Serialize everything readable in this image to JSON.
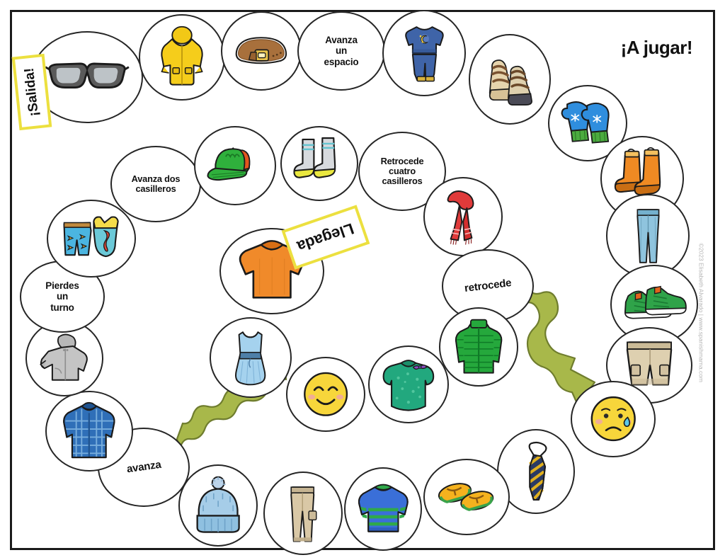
{
  "page": {
    "title": "¡A jugar!",
    "copyright": "©2023 Elisabeth Alvarado | www.spanishmama.com",
    "start_tag": "¡Salida!",
    "finish_tag": "Llegada",
    "accent_yellow": "#ece03f",
    "arrow_green": "#a8b84a",
    "outline": "#262626"
  },
  "spaces": [
    {
      "id": 1,
      "kind": "image",
      "icon": "eyeglasses-icon",
      "label": ""
    },
    {
      "id": 2,
      "kind": "image",
      "icon": "raincoat-icon",
      "label": ""
    },
    {
      "id": 3,
      "kind": "image",
      "icon": "belt-icon",
      "label": ""
    },
    {
      "id": 4,
      "kind": "text",
      "icon": "",
      "label": "Avanza\nun\nespacio"
    },
    {
      "id": 5,
      "kind": "image",
      "icon": "pajamas-icon",
      "label": ""
    },
    {
      "id": 6,
      "kind": "image",
      "icon": "wedge-sandals-icon",
      "label": ""
    },
    {
      "id": 7,
      "kind": "image",
      "icon": "mittens-icon",
      "label": ""
    },
    {
      "id": 8,
      "kind": "image",
      "icon": "rain-boots-icon",
      "label": ""
    },
    {
      "id": 9,
      "kind": "image",
      "icon": "jeans-icon",
      "label": ""
    },
    {
      "id": 10,
      "kind": "image",
      "icon": "sneakers-icon",
      "label": ""
    },
    {
      "id": 11,
      "kind": "image",
      "icon": "shorts-icon",
      "label": ""
    },
    {
      "id": 12,
      "kind": "image",
      "icon": "sad-face-icon",
      "label": ""
    },
    {
      "id": 13,
      "kind": "image",
      "icon": "necktie-icon",
      "label": ""
    },
    {
      "id": 14,
      "kind": "image",
      "icon": "flip-flops-icon",
      "label": ""
    },
    {
      "id": 15,
      "kind": "image",
      "icon": "striped-sweater-icon",
      "label": ""
    },
    {
      "id": 16,
      "kind": "image",
      "icon": "khaki-pants-icon",
      "label": ""
    },
    {
      "id": 17,
      "kind": "image",
      "icon": "beanie-hat-icon",
      "label": ""
    },
    {
      "id": 18,
      "kind": "text",
      "icon": "",
      "label": "avanza"
    },
    {
      "id": 19,
      "kind": "image",
      "icon": "plaid-shirt-icon",
      "label": ""
    },
    {
      "id": 20,
      "kind": "image",
      "icon": "gray-hoodie-icon",
      "label": ""
    },
    {
      "id": 21,
      "kind": "text",
      "icon": "",
      "label": "Pierdes\nun\nturno"
    },
    {
      "id": 22,
      "kind": "image",
      "icon": "swimwear-icon",
      "label": ""
    },
    {
      "id": 23,
      "kind": "text",
      "icon": "",
      "label": "Avanza dos\ncasilleros"
    },
    {
      "id": 24,
      "kind": "image",
      "icon": "baseball-cap-icon",
      "label": ""
    },
    {
      "id": 25,
      "kind": "image",
      "icon": "socks-icon",
      "label": ""
    },
    {
      "id": 26,
      "kind": "text",
      "icon": "",
      "label": "Retrocede\ncuatro\ncasilleros"
    },
    {
      "id": 27,
      "kind": "image",
      "icon": "red-scarf-icon",
      "label": ""
    },
    {
      "id": 28,
      "kind": "text",
      "icon": "",
      "label": "retrocede"
    },
    {
      "id": 29,
      "kind": "image",
      "icon": "puffer-jacket-icon",
      "label": ""
    },
    {
      "id": 30,
      "kind": "image",
      "icon": "green-blouse-icon",
      "label": ""
    },
    {
      "id": 31,
      "kind": "image",
      "icon": "smiley-face-icon",
      "label": ""
    },
    {
      "id": 32,
      "kind": "image",
      "icon": "blue-dress-icon",
      "label": ""
    },
    {
      "id": 33,
      "kind": "image",
      "icon": "orange-tshirt-icon",
      "label": ""
    }
  ],
  "arrows": [
    {
      "name": "advance-arrow",
      "direction": "up-right",
      "from_space": 18,
      "to_space": 31
    },
    {
      "name": "go-back-arrow",
      "direction": "down-right",
      "from_space": 28,
      "to_space": 12
    }
  ]
}
